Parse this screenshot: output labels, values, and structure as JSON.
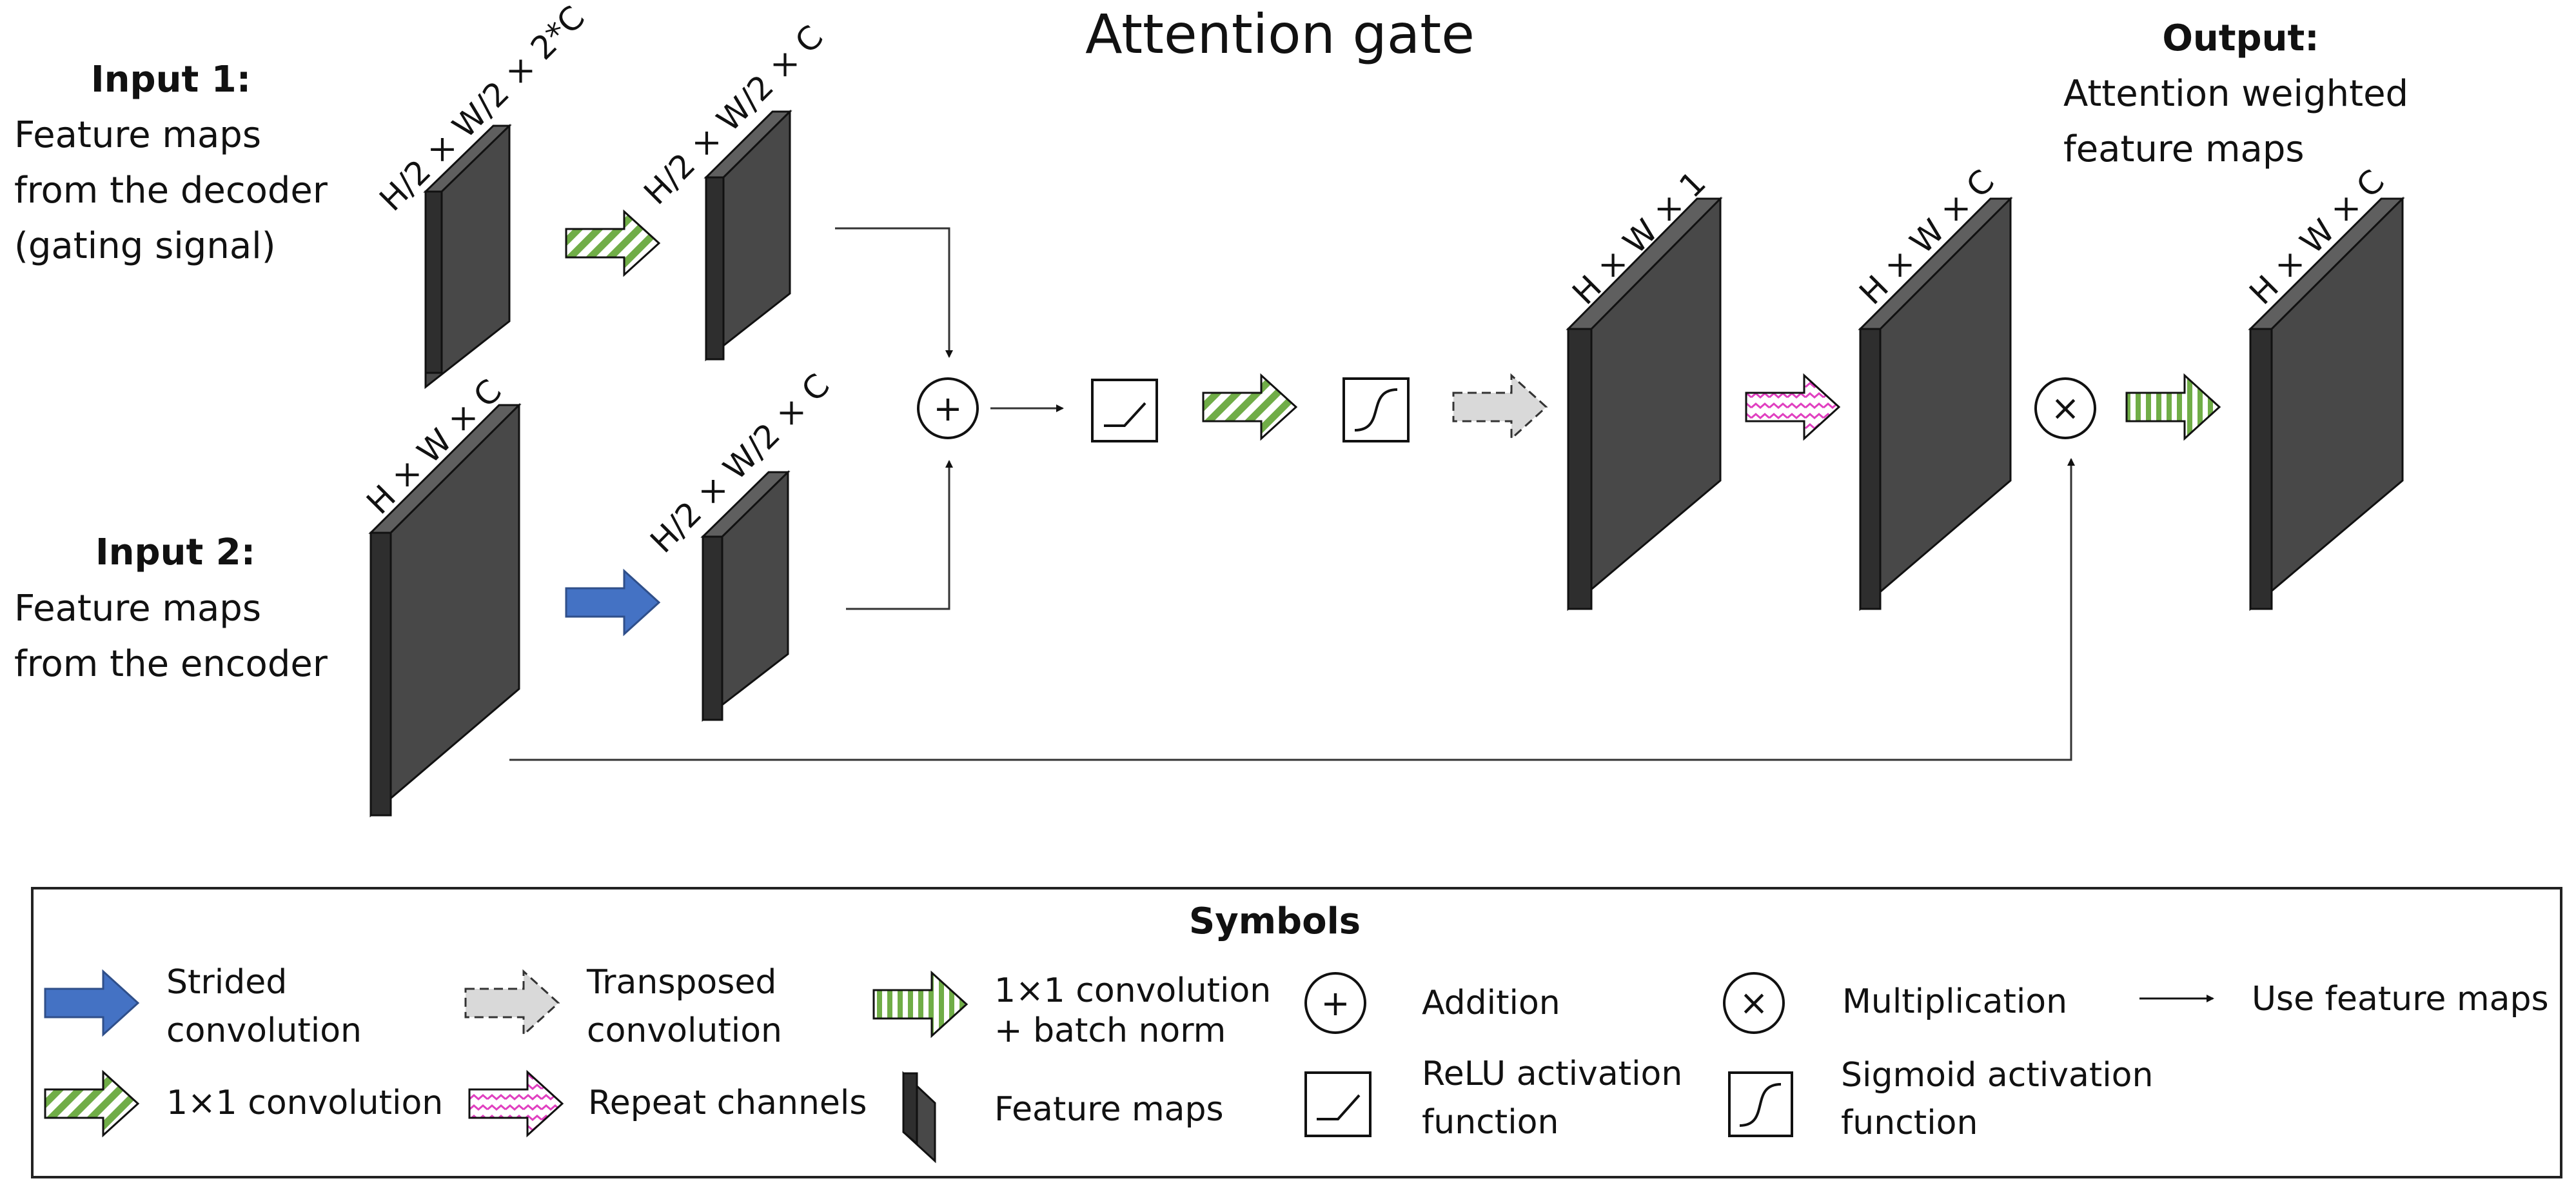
{
  "title": "Attention gate",
  "input1": {
    "heading": "Input 1",
    "colon": ":",
    "lines": [
      "Feature maps",
      "from the decoder",
      "(gating signal)"
    ]
  },
  "input2": {
    "heading": "Input 2",
    "colon": ":",
    "lines": [
      "Feature maps",
      "from the encoder"
    ]
  },
  "output": {
    "heading": "Output",
    "colon": ":",
    "lines": [
      "Attention weighted",
      "feature maps"
    ]
  },
  "dims": {
    "input1": "H/2 × W/2 × 2*C",
    "input1_conv": "H/2 × W/2 × C",
    "input2": "H × W × C",
    "input2_conv": "H/2 × W/2 × C",
    "upsampled": "H × W × 1",
    "repeated": "H × W × C",
    "output": "H × W × C"
  },
  "symbols": {
    "plus": "+",
    "times": "×"
  },
  "legend": {
    "title": "Symbols",
    "strided": [
      "Strided",
      "convolution"
    ],
    "transposed": [
      "Transposed",
      "convolution"
    ],
    "conv_bn": [
      "1×1 convolution",
      "+ batch norm"
    ],
    "addition": "Addition",
    "multiplication": "Multiplication",
    "use_feature_maps": "Use feature maps",
    "conv1x1": "1×1 convolution",
    "repeat": "Repeat channels",
    "feature_maps": "Feature maps",
    "relu": [
      "ReLU activation",
      "function"
    ],
    "sigmoid": [
      "Sigmoid activation",
      "function"
    ]
  },
  "colors": {
    "block_front": "#484848",
    "block_side": "#2e2e2e",
    "block_top": "#5f5f5f",
    "strided": "#4472c4",
    "green_diag": "#70ad47",
    "transposed": "#d9d9d9",
    "repeat": "#e040c0"
  }
}
